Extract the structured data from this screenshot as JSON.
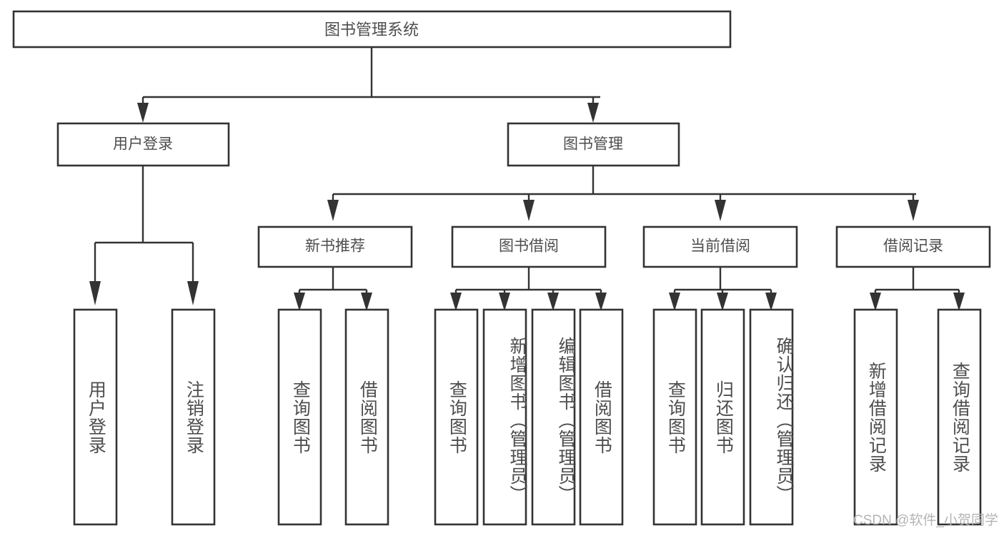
{
  "diagram": {
    "title": "图书管理系统",
    "root": {
      "label": "图书管理系统"
    },
    "level2": [
      {
        "label": "用户登录"
      },
      {
        "label": "图书管理"
      }
    ],
    "level3": [
      {
        "label": "新书推荐"
      },
      {
        "label": "图书借阅"
      },
      {
        "label": "当前借阅"
      },
      {
        "label": "借阅记录"
      }
    ],
    "leaves": {
      "user_login": [
        {
          "label": "用户登录"
        },
        {
          "label": "注销登录"
        }
      ],
      "new_book": [
        {
          "label": "查询图书"
        },
        {
          "label": "借阅图书"
        }
      ],
      "book_borrow": [
        {
          "label": "查询图书"
        },
        {
          "label": "新增图书（管理员）"
        },
        {
          "label": "编辑图书（管理员）"
        },
        {
          "label": "借阅图书"
        }
      ],
      "current_borrow": [
        {
          "label": "查询图书"
        },
        {
          "label": "归还图书"
        },
        {
          "label": "确认归还（管理员）"
        }
      ],
      "borrow_record": [
        {
          "label": "新增借阅记录"
        },
        {
          "label": "查询借阅记录"
        }
      ]
    }
  },
  "watermark": {
    "text": "CSDN @软件_小贺同学"
  },
  "colors": {
    "background": "#ffffff",
    "box_stroke": "#333333",
    "text": "#4d4d4d",
    "watermark": "#b4b4b4"
  },
  "chart_data": {
    "type": "diagram",
    "subtype": "tree-hierarchy",
    "title": "图书管理系统",
    "nodes": [
      {
        "id": "root",
        "label": "图书管理系统",
        "level": 0
      },
      {
        "id": "user_login",
        "label": "用户登录",
        "level": 1
      },
      {
        "id": "book_mgmt",
        "label": "图书管理",
        "level": 1
      },
      {
        "id": "new_book",
        "label": "新书推荐",
        "level": 2
      },
      {
        "id": "book_borrow",
        "label": "图书借阅",
        "level": 2
      },
      {
        "id": "current_borrow",
        "label": "当前借阅",
        "level": 2
      },
      {
        "id": "borrow_record",
        "label": "借阅记录",
        "level": 2
      },
      {
        "id": "l1",
        "label": "用户登录",
        "level": 3
      },
      {
        "id": "l2",
        "label": "注销登录",
        "level": 3
      },
      {
        "id": "l3",
        "label": "查询图书",
        "level": 3
      },
      {
        "id": "l4",
        "label": "借阅图书",
        "level": 3
      },
      {
        "id": "l5",
        "label": "查询图书",
        "level": 3
      },
      {
        "id": "l6",
        "label": "新增图书（管理员）",
        "level": 3
      },
      {
        "id": "l7",
        "label": "编辑图书（管理员）",
        "level": 3
      },
      {
        "id": "l8",
        "label": "借阅图书",
        "level": 3
      },
      {
        "id": "l9",
        "label": "查询图书",
        "level": 3
      },
      {
        "id": "l10",
        "label": "归还图书",
        "level": 3
      },
      {
        "id": "l11",
        "label": "确认归还（管理员）",
        "level": 3
      },
      {
        "id": "l12",
        "label": "新增借阅记录",
        "level": 3
      },
      {
        "id": "l13",
        "label": "查询借阅记录",
        "level": 3
      }
    ],
    "edges": [
      [
        "root",
        "user_login"
      ],
      [
        "root",
        "book_mgmt"
      ],
      [
        "book_mgmt",
        "new_book"
      ],
      [
        "book_mgmt",
        "book_borrow"
      ],
      [
        "book_mgmt",
        "current_borrow"
      ],
      [
        "book_mgmt",
        "borrow_record"
      ],
      [
        "user_login",
        "l1"
      ],
      [
        "user_login",
        "l2"
      ],
      [
        "new_book",
        "l3"
      ],
      [
        "new_book",
        "l4"
      ],
      [
        "book_borrow",
        "l5"
      ],
      [
        "book_borrow",
        "l6"
      ],
      [
        "book_borrow",
        "l7"
      ],
      [
        "book_borrow",
        "l8"
      ],
      [
        "current_borrow",
        "l9"
      ],
      [
        "current_borrow",
        "l10"
      ],
      [
        "current_borrow",
        "l11"
      ],
      [
        "borrow_record",
        "l12"
      ],
      [
        "borrow_record",
        "l13"
      ]
    ]
  }
}
